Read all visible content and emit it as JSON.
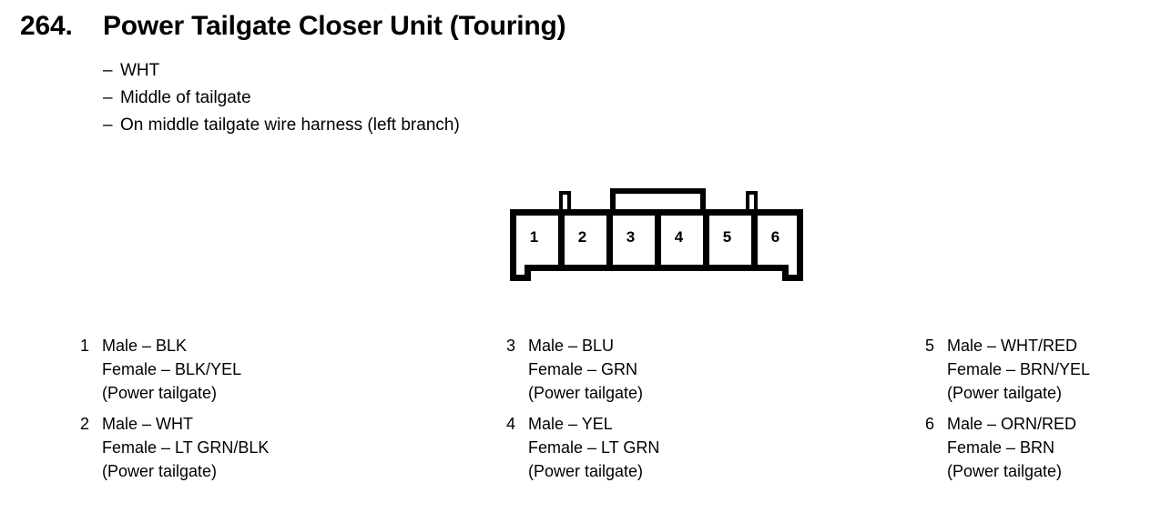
{
  "header": {
    "number": "264.",
    "title": "Power Tailgate Closer Unit (Touring)"
  },
  "spec_list": {
    "dash": "–",
    "items": [
      "WHT",
      "Middle of tailgate",
      "On middle tailgate wire harness (left branch)"
    ]
  },
  "connector": {
    "cavity_count": 6,
    "cavity_labels": [
      "1",
      "2",
      "3",
      "4",
      "5",
      "6"
    ]
  },
  "legend": {
    "columns": [
      {
        "entries": [
          {
            "pin": "1",
            "male": "Male – BLK",
            "female": "Female – BLK/YEL",
            "circuit": "(Power tailgate)"
          },
          {
            "pin": "2",
            "male": "Male – WHT",
            "female": "Female – LT GRN/BLK",
            "circuit": "(Power tailgate)"
          }
        ]
      },
      {
        "entries": [
          {
            "pin": "3",
            "male": "Male – BLU",
            "female": "Female – GRN",
            "circuit": "(Power tailgate)"
          },
          {
            "pin": "4",
            "male": "Male – YEL",
            "female": "Female – LT GRN",
            "circuit": "(Power tailgate)"
          }
        ]
      },
      {
        "entries": [
          {
            "pin": "5",
            "male": "Male – WHT/RED",
            "female": "Female – BRN/YEL",
            "circuit": "(Power tailgate)"
          },
          {
            "pin": "6",
            "male": "Male – ORN/RED",
            "female": "Female – BRN",
            "circuit": "(Power tailgate)"
          }
        ]
      }
    ]
  },
  "colors": {
    "ink": "#000000",
    "paper": "#ffffff"
  }
}
